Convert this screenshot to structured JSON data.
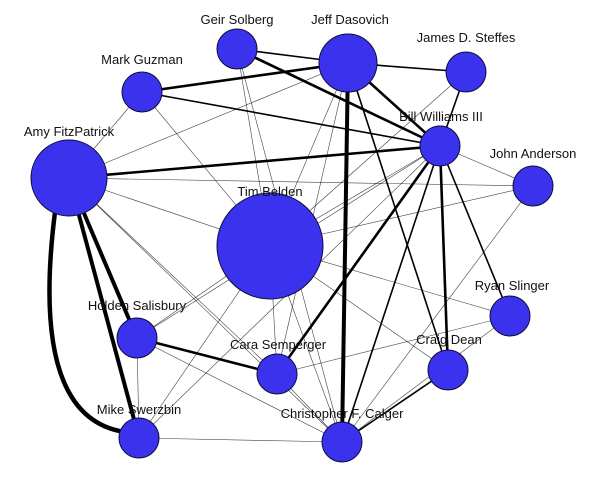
{
  "colors": {
    "node_fill": "#3b32ee",
    "edge": "#000000",
    "background": "#ffffff"
  },
  "nodes": [
    {
      "id": "geir",
      "label": "Geir Solberg",
      "size": 2
    },
    {
      "id": "jeff",
      "label": "Jeff Dasovich",
      "size": 3
    },
    {
      "id": "james",
      "label": "James D. Steffes",
      "size": 2
    },
    {
      "id": "mark",
      "label": "Mark Guzman",
      "size": 2
    },
    {
      "id": "bill",
      "label": "Bill Williams III",
      "size": 2
    },
    {
      "id": "amy",
      "label": "Amy FitzPatrick",
      "size": 4
    },
    {
      "id": "john",
      "label": "John Anderson",
      "size": 2
    },
    {
      "id": "tim",
      "label": "Tim Belden",
      "size": 5
    },
    {
      "id": "ryan",
      "label": "Ryan Slinger",
      "size": 2
    },
    {
      "id": "holden",
      "label": "Holden Salisbury",
      "size": 2
    },
    {
      "id": "cara",
      "label": "Cara Semperger",
      "size": 2
    },
    {
      "id": "craig",
      "label": "Craig Dean",
      "size": 2
    },
    {
      "id": "mike",
      "label": "Mike Swerzbin",
      "size": 2
    },
    {
      "id": "chris",
      "label": "Christopher F. Calger",
      "size": 2
    }
  ],
  "edges": [
    {
      "s": "geir",
      "t": "jeff",
      "w": 2
    },
    {
      "s": "geir",
      "t": "bill",
      "w": 3
    },
    {
      "s": "geir",
      "t": "chris",
      "w": 1
    },
    {
      "s": "geir",
      "t": "tim",
      "w": 1
    },
    {
      "s": "jeff",
      "t": "mark",
      "w": 3
    },
    {
      "s": "jeff",
      "t": "james",
      "w": 2
    },
    {
      "s": "jeff",
      "t": "bill",
      "w": 3
    },
    {
      "s": "jeff",
      "t": "chris",
      "w": 4
    },
    {
      "s": "jeff",
      "t": "craig",
      "w": 2
    },
    {
      "s": "jeff",
      "t": "tim",
      "w": 1
    },
    {
      "s": "jeff",
      "t": "cara",
      "w": 1
    },
    {
      "s": "jeff",
      "t": "amy",
      "w": 1
    },
    {
      "s": "james",
      "t": "bill",
      "w": 2
    },
    {
      "s": "mark",
      "t": "bill",
      "w": 2
    },
    {
      "s": "mark",
      "t": "tim",
      "w": 1
    },
    {
      "s": "mark",
      "t": "amy",
      "w": 1
    },
    {
      "s": "bill",
      "t": "amy",
      "w": 3
    },
    {
      "s": "bill",
      "t": "chris",
      "w": 2
    },
    {
      "s": "bill",
      "t": "craig",
      "w": 3
    },
    {
      "s": "bill",
      "t": "ryan",
      "w": 2
    },
    {
      "s": "bill",
      "t": "cara",
      "w": 3
    },
    {
      "s": "bill",
      "t": "tim",
      "w": 1
    },
    {
      "s": "bill",
      "t": "holden",
      "w": 1
    },
    {
      "s": "bill",
      "t": "mike",
      "w": 1
    },
    {
      "s": "bill",
      "t": "john",
      "w": 1
    },
    {
      "s": "amy",
      "t": "holden",
      "w": 4
    },
    {
      "s": "amy",
      "t": "mike",
      "w": 4
    },
    {
      "s": "amy",
      "t": "cara",
      "w": 1
    },
    {
      "s": "amy",
      "t": "tim",
      "w": 1
    },
    {
      "s": "amy",
      "t": "chris",
      "w": 1
    },
    {
      "s": "amy",
      "t": "john",
      "w": 1
    },
    {
      "s": "holden",
      "t": "cara",
      "w": 3
    },
    {
      "s": "holden",
      "t": "mike",
      "w": 1
    },
    {
      "s": "holden",
      "t": "chris",
      "w": 1
    },
    {
      "s": "holden",
      "t": "tim",
      "w": 1
    },
    {
      "s": "mike",
      "t": "chris",
      "w": 1
    },
    {
      "s": "mike",
      "t": "tim",
      "w": 1
    },
    {
      "s": "cara",
      "t": "chris",
      "w": 1
    },
    {
      "s": "cara",
      "t": "tim",
      "w": 1
    },
    {
      "s": "cara",
      "t": "ryan",
      "w": 1
    },
    {
      "s": "craig",
      "t": "chris",
      "w": 2
    },
    {
      "s": "craig",
      "t": "tim",
      "w": 1
    },
    {
      "s": "ryan",
      "t": "chris",
      "w": 1
    },
    {
      "s": "ryan",
      "t": "tim",
      "w": 1
    },
    {
      "s": "john",
      "t": "tim",
      "w": 1
    },
    {
      "s": "john",
      "t": "chris",
      "w": 1
    },
    {
      "s": "tim",
      "t": "chris",
      "w": 1
    },
    {
      "s": "james",
      "t": "tim",
      "w": 1
    }
  ]
}
